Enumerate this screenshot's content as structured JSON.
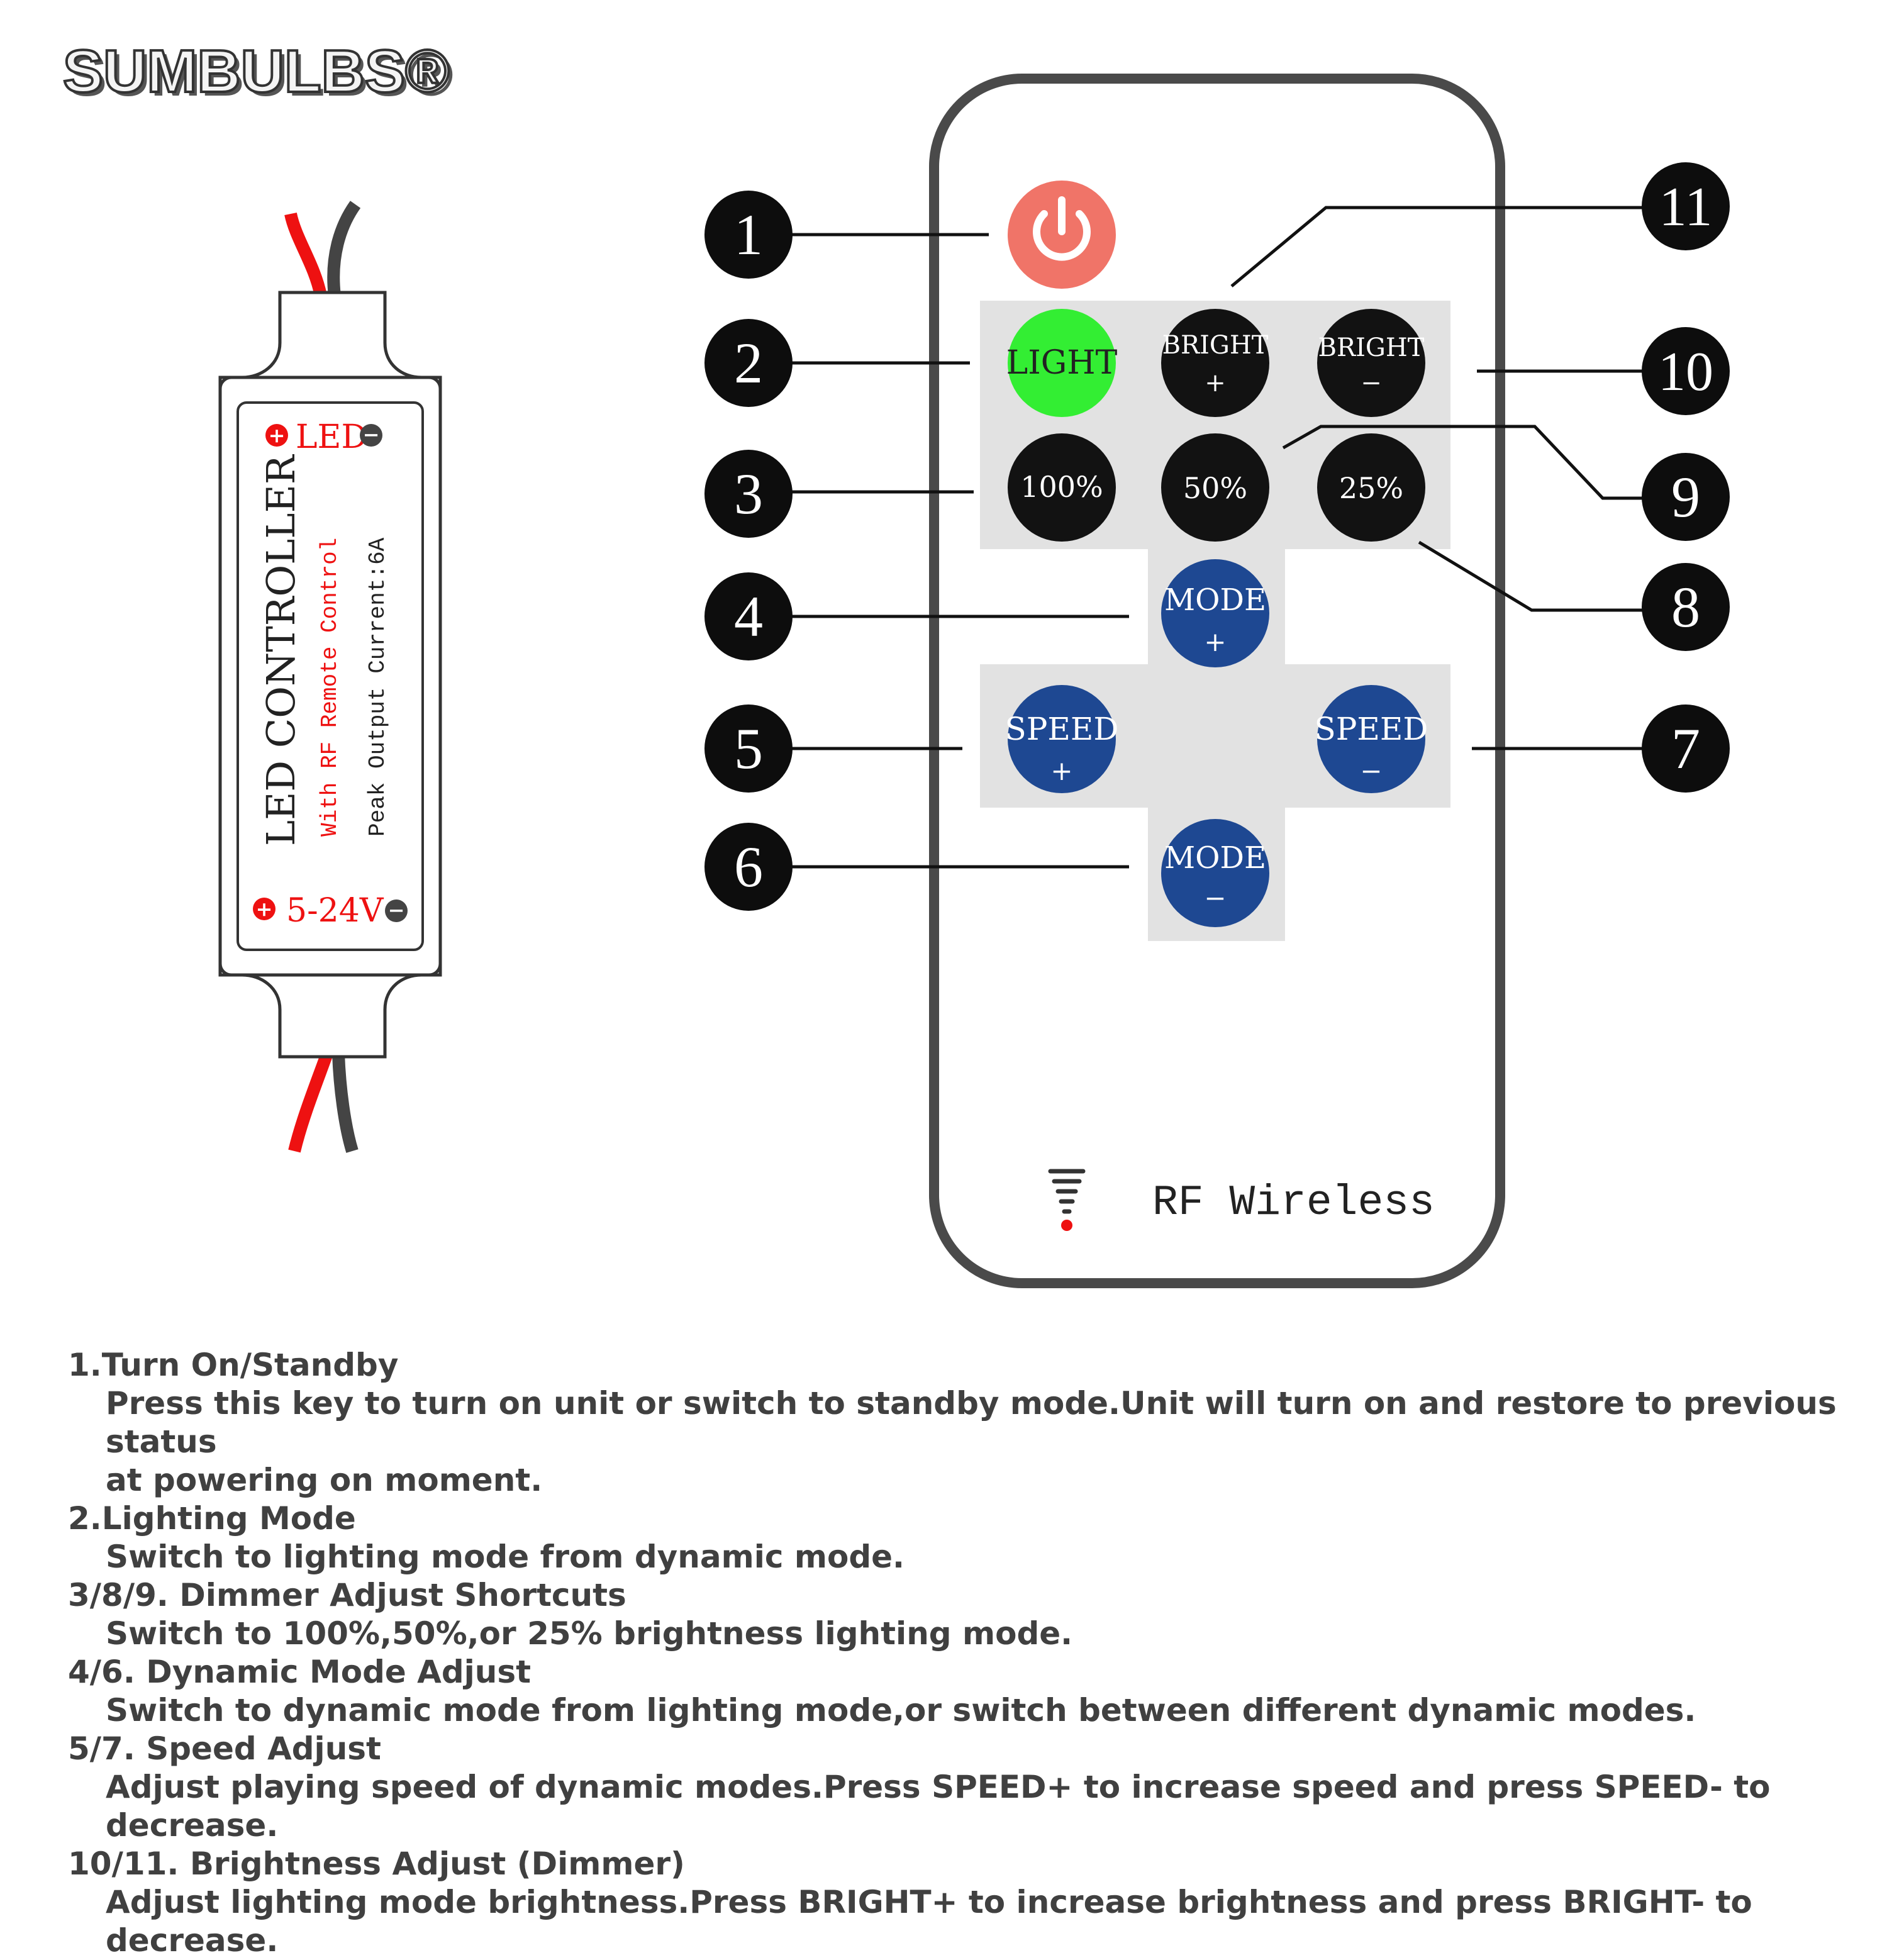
{
  "brand": {
    "name": "SUMBULBS®"
  },
  "controller": {
    "led_label": "LED",
    "title": "LED CONTROLLER",
    "subtitle": "With RF Remote Control",
    "current": "Peak Output Current:6A",
    "voltage_label": "5-24V",
    "plus_symbol": "+",
    "minus_symbol": "−"
  },
  "remote": {
    "power_icon": "power-icon",
    "buttons": {
      "light": "LIGHT",
      "bright_plus": [
        "BRIGHT",
        "+"
      ],
      "bright_minus": [
        "BRIGHT",
        "−"
      ],
      "b100": "100%",
      "b50": "50%",
      "b25": "25%",
      "mode_plus": [
        "MODE",
        "+"
      ],
      "speed_plus": [
        "SPEED",
        "+"
      ],
      "speed_minus": [
        "SPEED",
        "−"
      ],
      "mode_minus": [
        "MODE",
        "−"
      ]
    },
    "wireless_label": "RF Wireless",
    "wireless_icon": "rf-signal-icon"
  },
  "callouts": [
    "1",
    "2",
    "3",
    "4",
    "5",
    "6",
    "7",
    "8",
    "9",
    "10",
    "11"
  ],
  "instructions": [
    {
      "title": "1.Turn On/Standby",
      "body": [
        "Press this key to turn on unit or switch to standby mode.Unit will turn on and restore to previous status",
        "at powering on moment."
      ]
    },
    {
      "title": "2.Lighting Mode",
      "body": [
        "Switch to lighting mode from dynamic mode."
      ]
    },
    {
      "title": "3/8/9. Dimmer Adjust Shortcuts",
      "body": [
        "Switch to 100%,50%,or 25% brightness lighting mode."
      ]
    },
    {
      "title": "4/6.  Dynamic Mode Adjust",
      "body": [
        "Switch to dynamic mode from lighting mode,or switch between different dynamic modes."
      ]
    },
    {
      "title": "5/7. Speed Adjust",
      "body": [
        "Adjust playing speed of dynamic modes.Press SPEED+ to increase speed and press SPEED- to decrease."
      ]
    },
    {
      "title": "10/11. Brightness Adjust (Dimmer)",
      "body": [
        "Adjust lighting mode brightness.Press BRIGHT+ to increase brightness and press BRIGHT- to decrease."
      ]
    }
  ],
  "colors": {
    "power": "#f07468",
    "light": "#33ee33",
    "blue": "#1e4892",
    "black": "#121212",
    "panel": "#e2e2e2",
    "red": "#ee1111",
    "outline": "#4a4a4a"
  }
}
